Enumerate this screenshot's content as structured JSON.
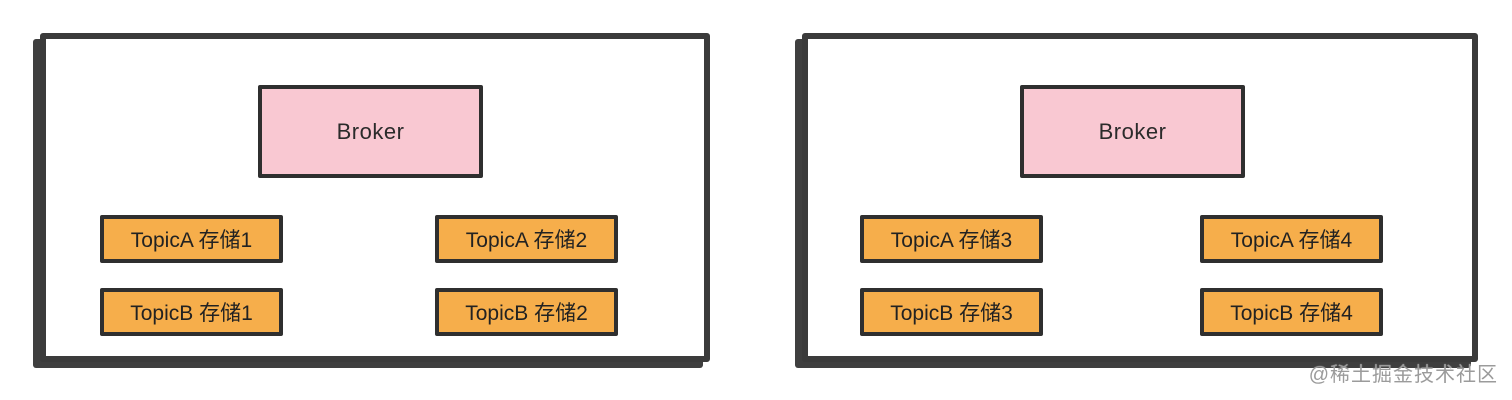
{
  "colors": {
    "panel_border": "#3b3b3b",
    "panel_shadow": "#3f3f3f",
    "box_border": "#2f2f2f",
    "broker_fill": "#f9c8d2",
    "topic_fill": "#f6ae4b",
    "text": "#2b2b2b",
    "watermark": "#9b9b9b",
    "background": "#ffffff"
  },
  "panels": [
    {
      "broker": {
        "label": "Broker"
      },
      "boxes": [
        {
          "label": "TopicA 存储1"
        },
        {
          "label": "TopicA 存储2"
        },
        {
          "label": "TopicB 存储1"
        },
        {
          "label": "TopicB 存储2"
        }
      ]
    },
    {
      "broker": {
        "label": "Broker"
      },
      "boxes": [
        {
          "label": "TopicA 存储3"
        },
        {
          "label": "TopicA 存储4"
        },
        {
          "label": "TopicB 存储3"
        },
        {
          "label": "TopicB 存储4"
        }
      ]
    }
  ],
  "watermark": {
    "label": "@稀土掘金技术社区"
  }
}
